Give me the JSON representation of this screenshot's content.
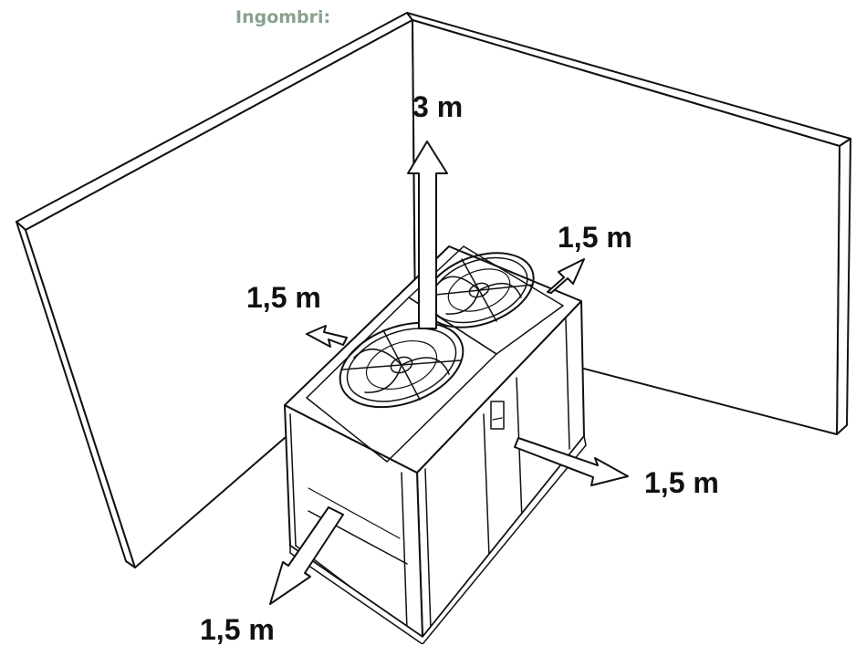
{
  "heading": "Ingombri:",
  "clearances": {
    "top": "3 m",
    "rear": "1,5 m",
    "left": "1,5 m",
    "right": "1,5 m",
    "front": "1,5 m"
  },
  "colors": {
    "heading": "#8aa18e",
    "line": "#111111",
    "background": "#ffffff"
  }
}
